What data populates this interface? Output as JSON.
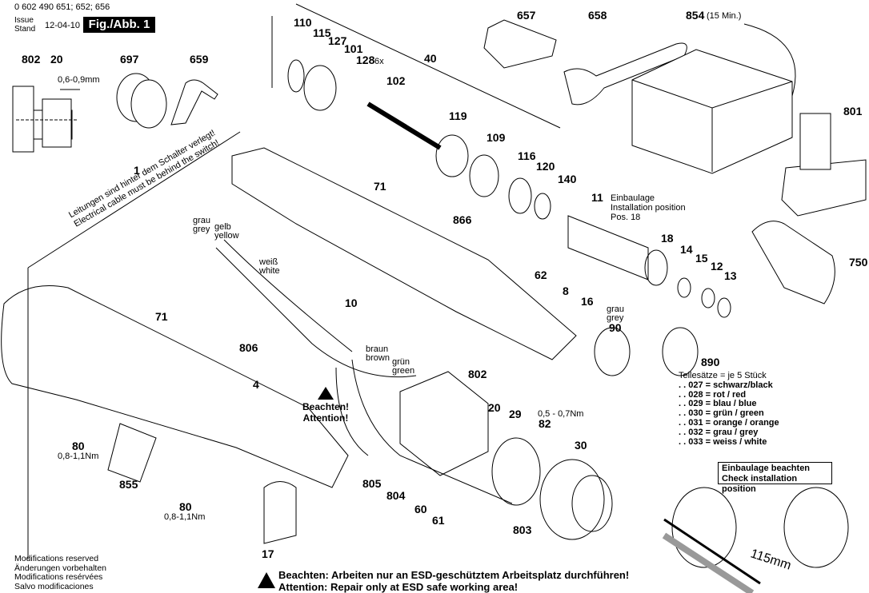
{
  "header": {
    "model_numbers": "0 602 490 651; 652; 656",
    "issue_label": "Issue",
    "stand_label": "Stand",
    "date": "12-04-10",
    "figure": "Fig./Abb. 1"
  },
  "labels": {
    "p802_top": "802",
    "p20_top": "20",
    "gap": "0,6-0,9mm",
    "p697": "697",
    "p659": "659",
    "p110": "110",
    "p115": "115",
    "p127": "127",
    "p101": "101",
    "p128": "128",
    "p128_qty": "6x",
    "p102": "102",
    "p40": "40",
    "p119": "119",
    "p109": "109",
    "p116": "116",
    "p120": "120",
    "p140": "140",
    "p657": "657",
    "p658": "658",
    "p854": "854",
    "p854_note": "(15 Min.)",
    "p801": "801",
    "p750": "750",
    "p1": "1",
    "p71a": "71",
    "p71b": "71",
    "p866": "866",
    "p11": "11",
    "p18": "18",
    "p14": "14",
    "p15": "15",
    "p12": "12",
    "p13": "13",
    "p62": "62",
    "p8": "8",
    "p16": "16",
    "p90": "90",
    "p890": "890",
    "p10": "10",
    "p806": "806",
    "p4": "4",
    "p802_mid": "802",
    "p20_mid": "20",
    "p29": "29",
    "p82": "82",
    "p30": "30",
    "p80a": "80",
    "p80b": "80",
    "p855": "855",
    "p17": "17",
    "p805": "805",
    "p804": "804",
    "p60": "60",
    "p61": "61",
    "p803": "803"
  },
  "notes": {
    "install_de": "Einbaulage",
    "install_en": "Installation position",
    "install_pos": "Pos. 18",
    "cable_de": "Leitungen sind hinter dem Schalter verlegt!",
    "cable_en": "Electrical cable must be behind the switch!",
    "wire_grey_de": "grau",
    "wire_grey_en": "grey",
    "wire_yellow_de": "gelb",
    "wire_yellow_en": "yellow",
    "wire_white_de": "weiß",
    "wire_white_en": "white",
    "wire_brown_de": "braun",
    "wire_brown_en": "brown",
    "wire_green_de": "grün",
    "wire_green_en": "green",
    "p90_de": "grau",
    "p90_en": "grey",
    "torque_82": "0,5 - 0,7Nm",
    "torque_80a": "0,8-1,1Nm",
    "torque_80b": "0,8-1,1Nm",
    "beachten": "Beachten!",
    "attention": "Attention!",
    "length_115": "115mm"
  },
  "color_sets": {
    "heading": "Teilesätze = je 5 Stück",
    "rows": [
      ". . 027 = schwarz/black",
      ". . 028 = rot / red",
      ". . 029 = blau / blue",
      ". . 030 = grün / green",
      ". . 031 = orange / orange",
      ". . 032 = grau / grey",
      ". . 033 = weiss / white"
    ]
  },
  "check_box": {
    "line1": "Einbaulage beachten",
    "line2": "Check installation position"
  },
  "footer": {
    "mods": [
      "Modifications reserved",
      "Änderungen vorbehalten",
      "Modifications resérvées",
      "Salvo modificaciones"
    ],
    "esd_de": "Beachten:  Arbeiten nur an ESD-geschütztem Arbeitsplatz durchführen!",
    "esd_en": "Attention:  Repair only at ESD safe working area!"
  }
}
